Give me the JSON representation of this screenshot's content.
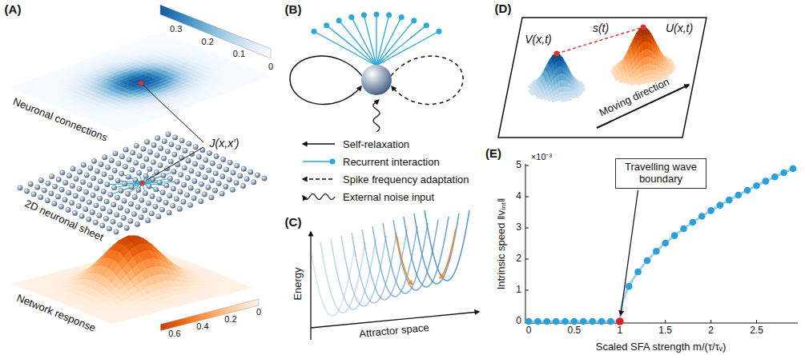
{
  "diagram": {
    "nodes": [
      {
        "text": [
          "Travelling wave boundary"
        ]
      }
    ],
    "labels": [
      "(A)",
      "0.3",
      "0.2",
      "0.1",
      "0",
      "Neuronal connections",
      "J(x,x′)",
      "2D neuronal sheet",
      "Network response",
      "0.6",
      "0.4",
      "0.2",
      "0",
      "(B)",
      "(C)",
      "Energy",
      "Attractor space",
      "(D)",
      "V(x,t)",
      "s(t)",
      "U(x,t)",
      "Moving direction",
      "(E)",
      "×10⁻³",
      "0",
      "1",
      "2",
      "3",
      "4",
      "5",
      "0",
      "0.5",
      "1",
      "1.5",
      "2",
      "2.5",
      "Intrinsic speed ‖vᵢₙₜ‖",
      "Scaled SFA strength m/(τ/τᵥ)"
    ],
    "legend": [
      {
        "text": "Self-relaxation"
      },
      {
        "text": "Recurrent interaction"
      },
      {
        "text": "Spike frequency adaptation"
      },
      {
        "text": "External noise input"
      }
    ]
  }
}
